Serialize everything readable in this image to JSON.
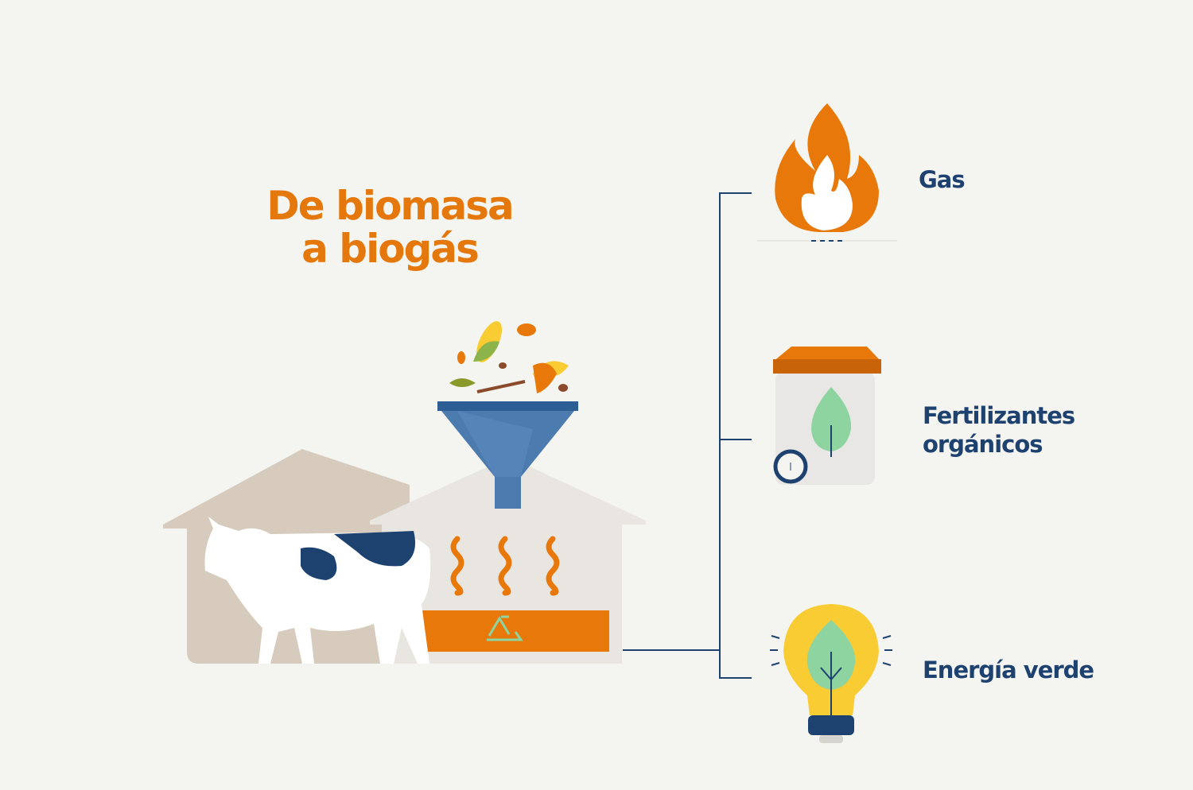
{
  "title": {
    "line1": "De biomasa",
    "line2": "a biogás"
  },
  "outputs": [
    {
      "label": "Gas",
      "icon": "flame-icon"
    },
    {
      "label_line1": "Fertilizantes",
      "label_line2": "orgánicos",
      "icon": "fertilizer-jar-icon"
    },
    {
      "label": "Energía verde",
      "icon": "lightbulb-icon"
    }
  ],
  "colors": {
    "orange": "#e8780a",
    "navy": "#1e4270",
    "background": "#f4f4f0",
    "green": "#8ed4a0",
    "yellow": "#f9cc33"
  }
}
